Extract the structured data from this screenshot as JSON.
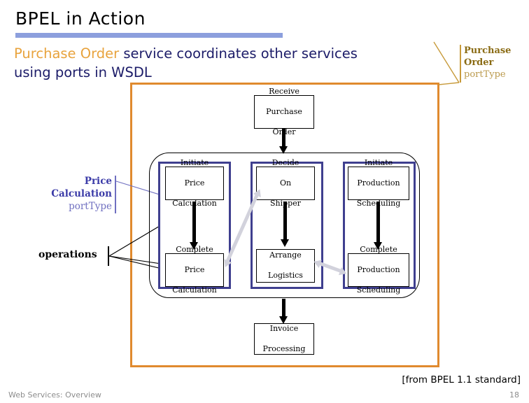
{
  "slide": {
    "title": "BPEL in Action",
    "subtitle": {
      "highlight": "Purchase Order",
      "rest_line1": " service coordinates other services",
      "line2": "using ports in WSDL"
    },
    "source_note": "[from BPEL 1.1 standard]",
    "footer_left": "Web Services: Overview",
    "page_number": "18"
  },
  "callouts": {
    "purchase_order": {
      "line1": "Purchase",
      "line2": "Order",
      "line3": "portType"
    },
    "price_calculation": {
      "line1": "Price",
      "line2": "Calculation",
      "line3": "portType"
    },
    "operations": "operations"
  },
  "flow": {
    "entry": {
      "line1": "Receive",
      "line2": "Purchase",
      "line3": "Order"
    },
    "exit": {
      "line1": "Invoice",
      "line2": "Processing"
    },
    "sequences": [
      {
        "name": "price-calculation-sequence",
        "top": {
          "line1": "Initiate",
          "line2": "Price",
          "line3": "Calculation"
        },
        "bottom": {
          "line1": "Complete",
          "line2": "Price",
          "line3": "Calculation"
        }
      },
      {
        "name": "shipping-sequence",
        "top": {
          "line1": "Decide",
          "line2": "On",
          "line3": "Shipper"
        },
        "bottom": {
          "line1": "Arrange",
          "line2": "Logistics",
          "line3": ""
        }
      },
      {
        "name": "production-scheduling-sequence",
        "top": {
          "line1": "Initiate",
          "line2": "Production",
          "line3": "Scheduling"
        },
        "bottom": {
          "line1": "Complete",
          "line2": "Production",
          "line3": "Scheduling"
        }
      }
    ]
  },
  "colors": {
    "service_frame": "#e08a2e",
    "sequence_border": "#3f3f8f",
    "title_rule": "#8c9fdd",
    "subtitle_text": "#1b1b68",
    "highlight": "#e8a33d",
    "link_arrow": "#d2d2dc"
  }
}
